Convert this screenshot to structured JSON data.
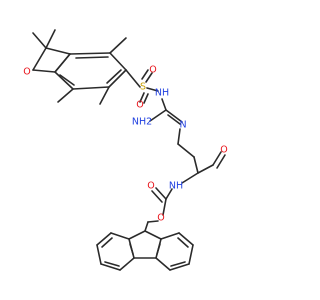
{
  "atoms": {
    "furan_O": {
      "label": "O",
      "color": "#e8141b"
    },
    "sulfonyl_S": {
      "label": "S",
      "color": "#c8a000"
    },
    "sulfonyl_O_top": {
      "label": "O",
      "color": "#e8141b"
    },
    "sulfonyl_O_bottom": {
      "label": "O",
      "color": "#e8141b"
    },
    "sulfonamide_NH": {
      "label": "NH",
      "color": "#2040e0"
    },
    "amidine_NH2": {
      "label": "NH2",
      "color": "#2040e0"
    },
    "imine_N": {
      "label": "N",
      "color": "#2040e0"
    },
    "aldehyde_O": {
      "label": "O",
      "color": "#e8141b"
    },
    "carbamate_NH": {
      "label": "NH",
      "color": "#2040e0"
    },
    "carbonyl_O": {
      "label": "O",
      "color": "#e8141b"
    },
    "ester_O": {
      "label": "O",
      "color": "#e8141b"
    }
  }
}
